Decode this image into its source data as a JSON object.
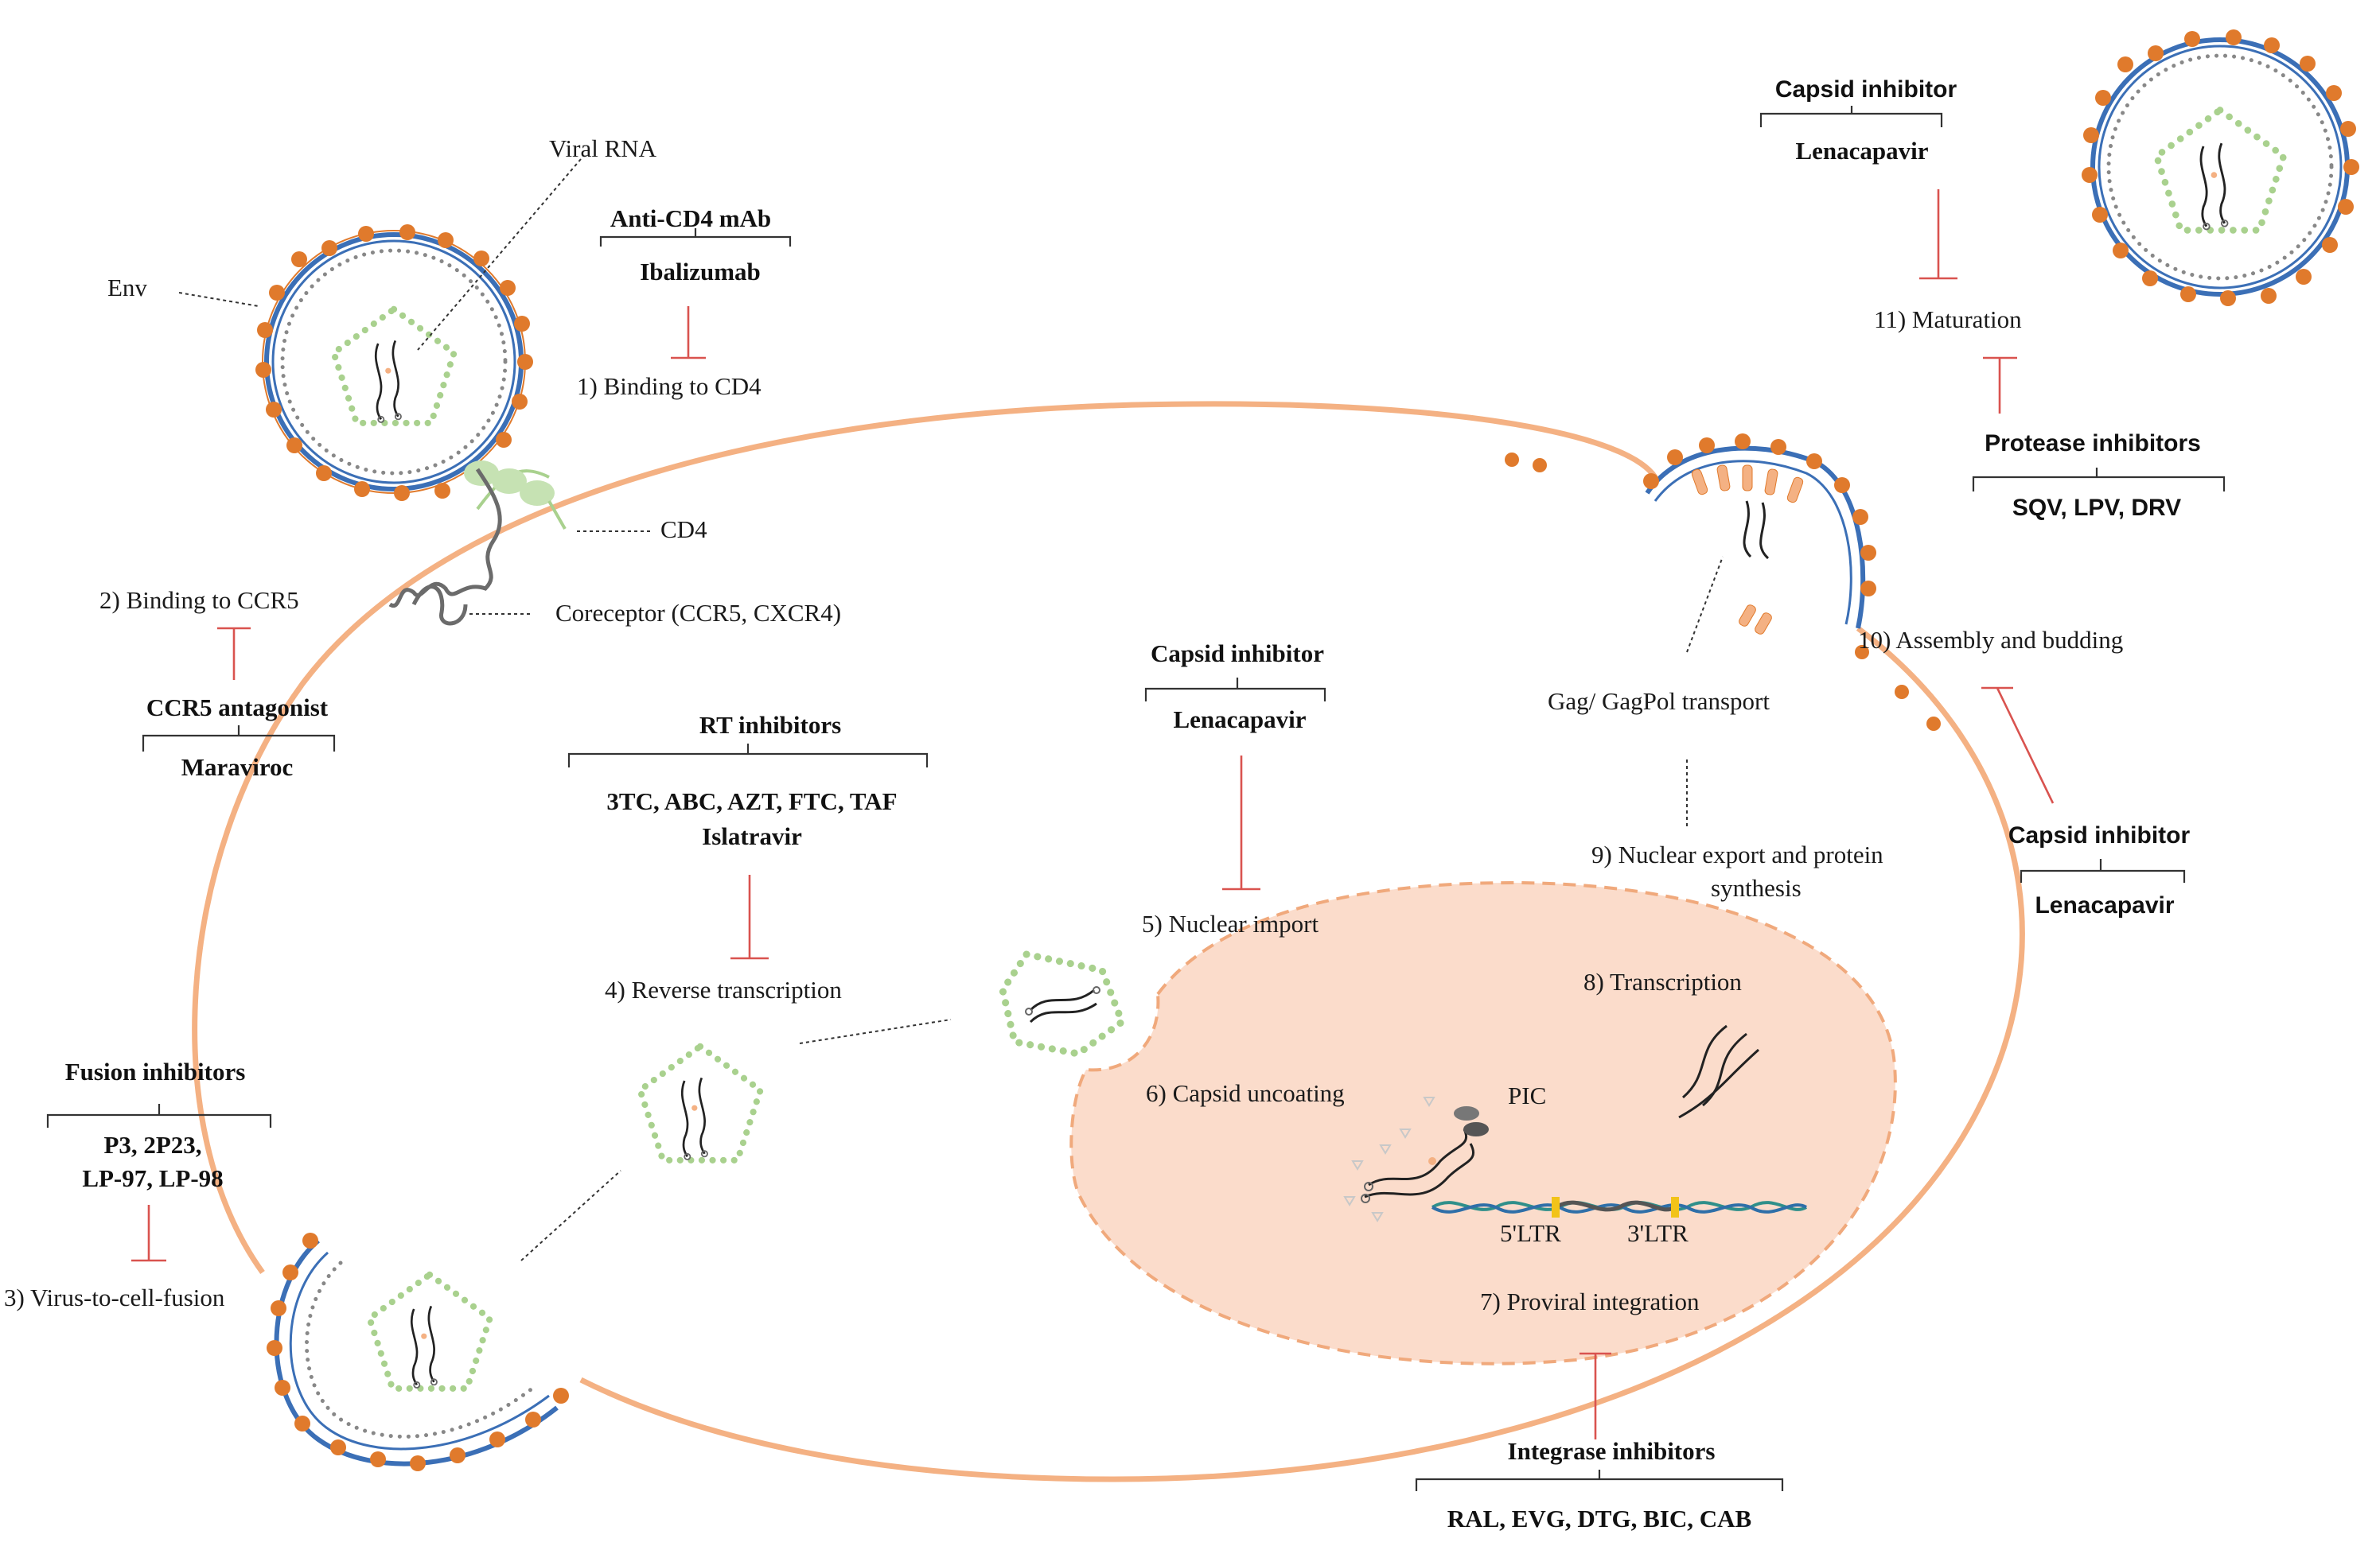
{
  "colors": {
    "cell_membrane": "#f4b183",
    "nucleus_fill": "#fbdccb",
    "nucleus_border": "#f0a97c",
    "envelope_spike": "#e07a2c",
    "membrane_blue": "#3b6fb6",
    "capsid_green": "#a9d18e",
    "inhibition_red": "#d9534f"
  },
  "labels": {
    "viral_rna": "Viral RNA",
    "env": "Env",
    "cd4": "CD4",
    "coreceptor": "Coreceptor (CCR5, CXCR4)",
    "pic": "PIC",
    "ltr5": "5'LTR",
    "ltr3": "3'LTR",
    "gag_transport": "Gag/ GagPol transport"
  },
  "steps": {
    "s1": "1) Binding to CD4",
    "s2": "2) Binding to CCR5",
    "s3": "3) Virus-to-cell-fusion",
    "s4": "4) Reverse transcription",
    "s5": "5) Nuclear import",
    "s6": "6) Capsid uncoating",
    "s7": "7) Proviral integration",
    "s8": "8) Transcription",
    "s9_line1": "9) Nuclear export and protein",
    "s9_line2": "synthesis",
    "s10": "10) Assembly and budding",
    "s11": "11) Maturation"
  },
  "inhibitors": {
    "anti_cd4": {
      "class": "Anti-CD4 mAb",
      "drugs": "Ibalizumab"
    },
    "ccr5": {
      "class": "CCR5 antagonist",
      "drugs": "Maraviroc"
    },
    "fusion": {
      "class": "Fusion inhibitors",
      "drugs_line1": "P3, 2P23,",
      "drugs_line2": "LP-97, LP-98"
    },
    "rt": {
      "class": "RT inhibitors",
      "drugs_line1": "3TC, ABC, AZT, FTC, TAF",
      "drugs_line2": "Islatravir"
    },
    "capsid_import": {
      "class": "Capsid inhibitor",
      "drugs": "Lenacapavir"
    },
    "integrase": {
      "class": "Integrase inhibitors",
      "drugs": "RAL, EVG, DTG, BIC, CAB"
    },
    "capsid_budding": {
      "class": "Capsid inhibitor",
      "drugs": "Lenacapavir"
    },
    "protease": {
      "class": "Protease inhibitors",
      "drugs": "SQV, LPV, DRV"
    },
    "capsid_maturation": {
      "class": "Capsid inhibitor",
      "drugs": "Lenacapavir"
    }
  }
}
